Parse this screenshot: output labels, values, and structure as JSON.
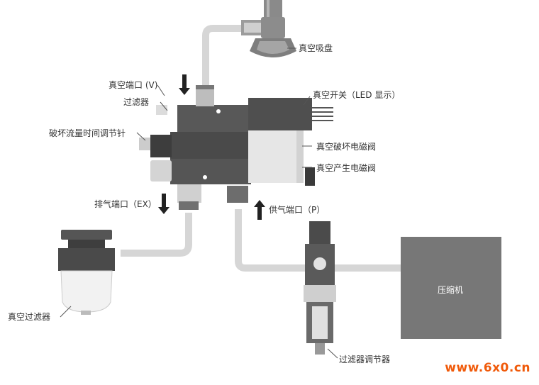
{
  "labels": {
    "vacuum_pad": "真空吸盘",
    "vacuum_port": "真空端口 (V)",
    "filter": "过滤器",
    "flow_needle": "破坏流量时间调节针",
    "vacuum_switch": "真空开关（LED 显示）",
    "break_valve": "真空破坏电磁阀",
    "gen_valve": "真空产生电磁阀",
    "exhaust_port": "排气端口（EX）",
    "supply_port": "供气端口（P）",
    "vacuum_filter": "真空过滤器",
    "compressor": "压缩机",
    "regulator": "过滤器调节器"
  },
  "watermark": "www.6x0.cn",
  "colors": {
    "pipe": "#d9d9d9",
    "body_dark": "#4f4f4f",
    "compressor": "#777777",
    "watermark": "#f05a0a",
    "arrow": "#222222"
  }
}
